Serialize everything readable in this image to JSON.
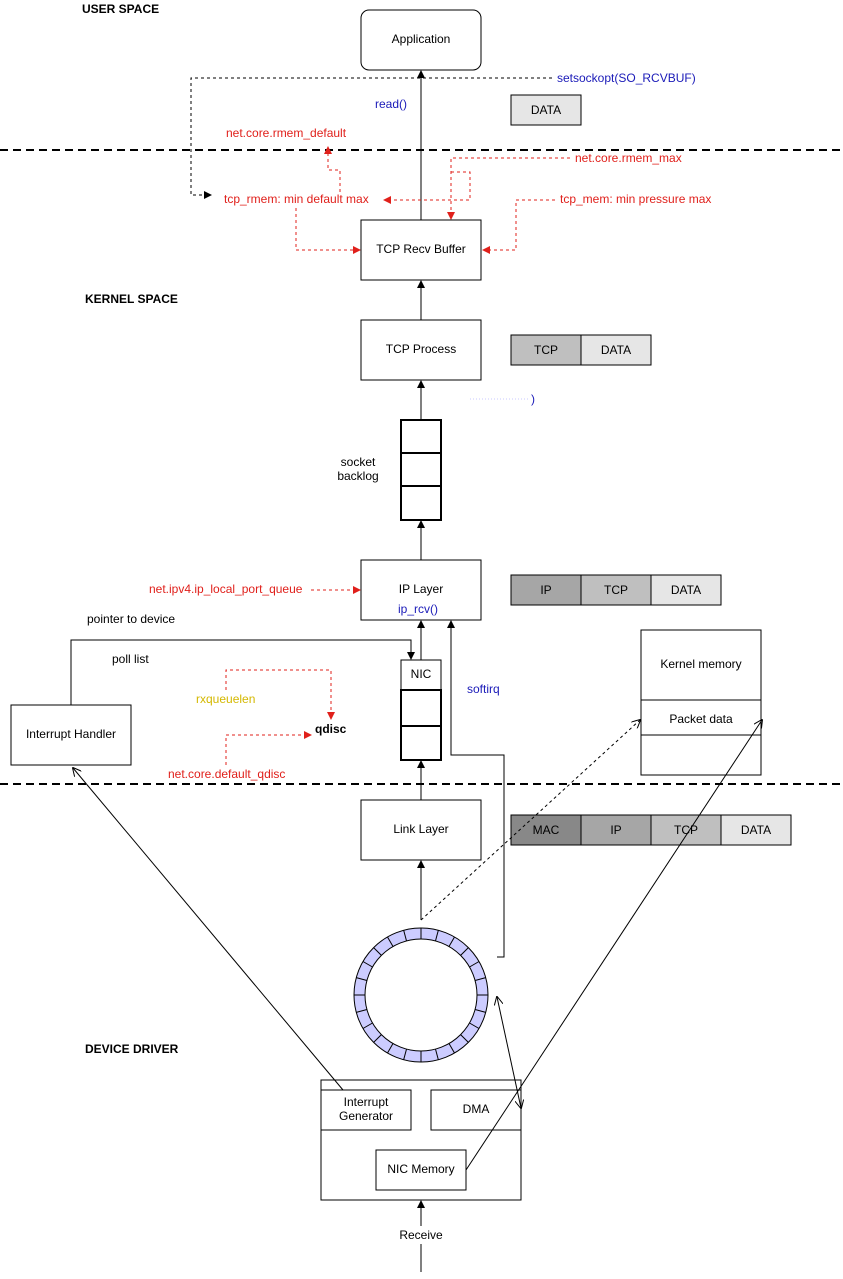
{
  "sections": {
    "user_space": "USER SPACE",
    "kernel_space": "KERNEL SPACE",
    "device_driver": "DEVICE DRIVER"
  },
  "boxes": {
    "application": "Application",
    "tcp_recv_buffer": "TCP Recv Buffer",
    "tcp_process": "TCP Process",
    "ip_layer": "IP Layer",
    "nic": "NIC",
    "interrupt_handler": "Interrupt Handler",
    "link_layer": "Link Layer",
    "kernel_memory": "Kernel memory",
    "packet_data": "Packet data",
    "interrupt_generator_line1": "Interrupt",
    "interrupt_generator_line2": "Generator",
    "dma": "DMA",
    "nic_memory": "NIC Memory"
  },
  "labels": {
    "read": "read()",
    "setsockopt": "setsockopt(SO_RCVBUF)",
    "rmem_default": "net.core.rmem_default",
    "rmem_max": "net.core.rmem_max",
    "tcp_rmem": "tcp_rmem: min default max",
    "tcp_mem": "tcp_mem: min pressure max",
    "paren": ")",
    "socket_backlog_line1": "socket",
    "socket_backlog_line2": "backlog",
    "ip_local_port_queue": "net.ipv4.ip_local_port_queue",
    "ip_rcv": "ip_rcv()",
    "pointer_to_device": "pointer to device",
    "poll_list": "poll list",
    "rxqueuelen": "rxqueuelen",
    "qdisc": "qdisc",
    "default_qdisc": "net.core.default_qdisc",
    "softirq": "softirq",
    "receive": "Receive"
  },
  "packets": {
    "app": [
      "DATA"
    ],
    "tcp": [
      "TCP",
      "DATA"
    ],
    "ip": [
      "IP",
      "TCP",
      "DATA"
    ],
    "link": [
      "MAC",
      "IP",
      "TCP",
      "DATA"
    ]
  },
  "colors": {
    "config_param": "#e0201b",
    "function_call": "#1a1ab8",
    "queue_param": "#d4b800",
    "ring_fill": "#ccccff",
    "header_mac": "#888888",
    "header_ip": "#a6a6a6",
    "header_tcp": "#bfbfbf",
    "header_data": "#e6e6e6"
  }
}
